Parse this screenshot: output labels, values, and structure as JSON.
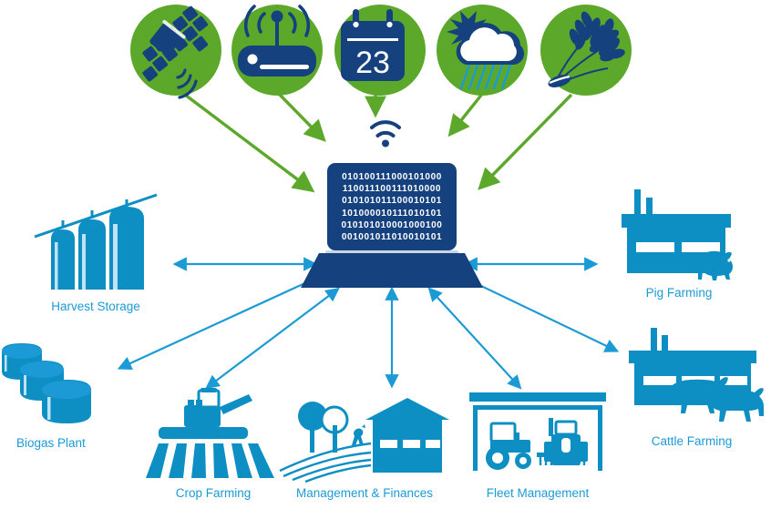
{
  "colors": {
    "green": "#5CA82A",
    "navy": "#15417E",
    "light_blue": "#1C9AD6",
    "mid_blue": "#0E8FC4",
    "white": "#FFFFFF",
    "background": "#FFFFFF"
  },
  "hub": {
    "name": "farm-data-laptop",
    "wifi_icon": "wifi-icon",
    "binary_lines": [
      "010100111000101000",
      "110011100111010000",
      "010101011100010101",
      "101000010111010101",
      "010101010001000100",
      "001001011010010101"
    ]
  },
  "sources": [
    {
      "id": "satellite",
      "icon": "satellite-icon",
      "label": ""
    },
    {
      "id": "router",
      "icon": "wireless-router-icon",
      "label": ""
    },
    {
      "id": "calendar",
      "icon": "calendar-icon",
      "label": "",
      "day": "23"
    },
    {
      "id": "weather",
      "icon": "sun-cloud-rain-icon",
      "label": ""
    },
    {
      "id": "crops",
      "icon": "wheat-stalks-icon",
      "label": ""
    }
  ],
  "endpoints": [
    {
      "id": "harvest-storage",
      "label": "Harvest Storage",
      "icon": "grain-silos-icon"
    },
    {
      "id": "pig-farming",
      "label": "Pig Farming",
      "icon": "pig-barn-icon"
    },
    {
      "id": "biogas-plant",
      "label": "Biogas Plant",
      "icon": "biogas-tanks-icon"
    },
    {
      "id": "cattle-farming",
      "label": "Cattle Farming",
      "icon": "cattle-barn-icon"
    },
    {
      "id": "crop-farming",
      "label": "Crop Farming",
      "icon": "combine-harvester-icon"
    },
    {
      "id": "management-finances",
      "label": "Management & Finances",
      "icon": "farmhouse-fields-icon"
    },
    {
      "id": "fleet-management",
      "label": "Fleet Management",
      "icon": "tractor-shed-icon"
    }
  ]
}
